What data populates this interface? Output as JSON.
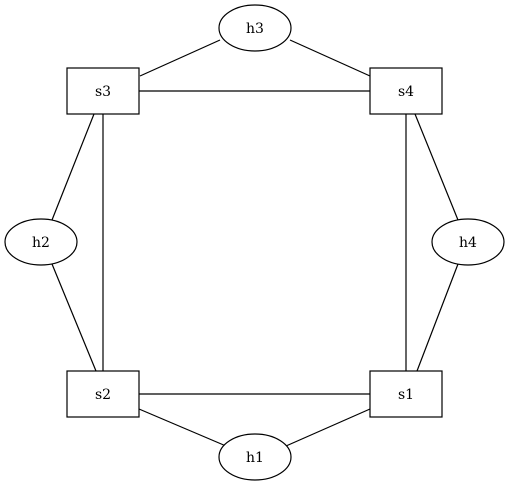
{
  "nodes": [
    {
      "id": "s1",
      "label": "s1",
      "kind": "switch"
    },
    {
      "id": "s2",
      "label": "s2",
      "kind": "switch"
    },
    {
      "id": "s3",
      "label": "s3",
      "kind": "switch"
    },
    {
      "id": "s4",
      "label": "s4",
      "kind": "switch"
    },
    {
      "id": "h1",
      "label": "h1",
      "kind": "host"
    },
    {
      "id": "h2",
      "label": "h2",
      "kind": "host"
    },
    {
      "id": "h3",
      "label": "h3",
      "kind": "host"
    },
    {
      "id": "h4",
      "label": "h4",
      "kind": "host"
    }
  ],
  "edges": [
    {
      "from": "h3",
      "to": "s3"
    },
    {
      "from": "h3",
      "to": "s4"
    },
    {
      "from": "s3",
      "to": "s4"
    },
    {
      "from": "s3",
      "to": "h2"
    },
    {
      "from": "s3",
      "to": "s2"
    },
    {
      "from": "h2",
      "to": "s2"
    },
    {
      "from": "s4",
      "to": "s1"
    },
    {
      "from": "s4",
      "to": "h4"
    },
    {
      "from": "h4",
      "to": "s1"
    },
    {
      "from": "s2",
      "to": "s1"
    },
    {
      "from": "s2",
      "to": "h1"
    },
    {
      "from": "h1",
      "to": "s1"
    }
  ]
}
